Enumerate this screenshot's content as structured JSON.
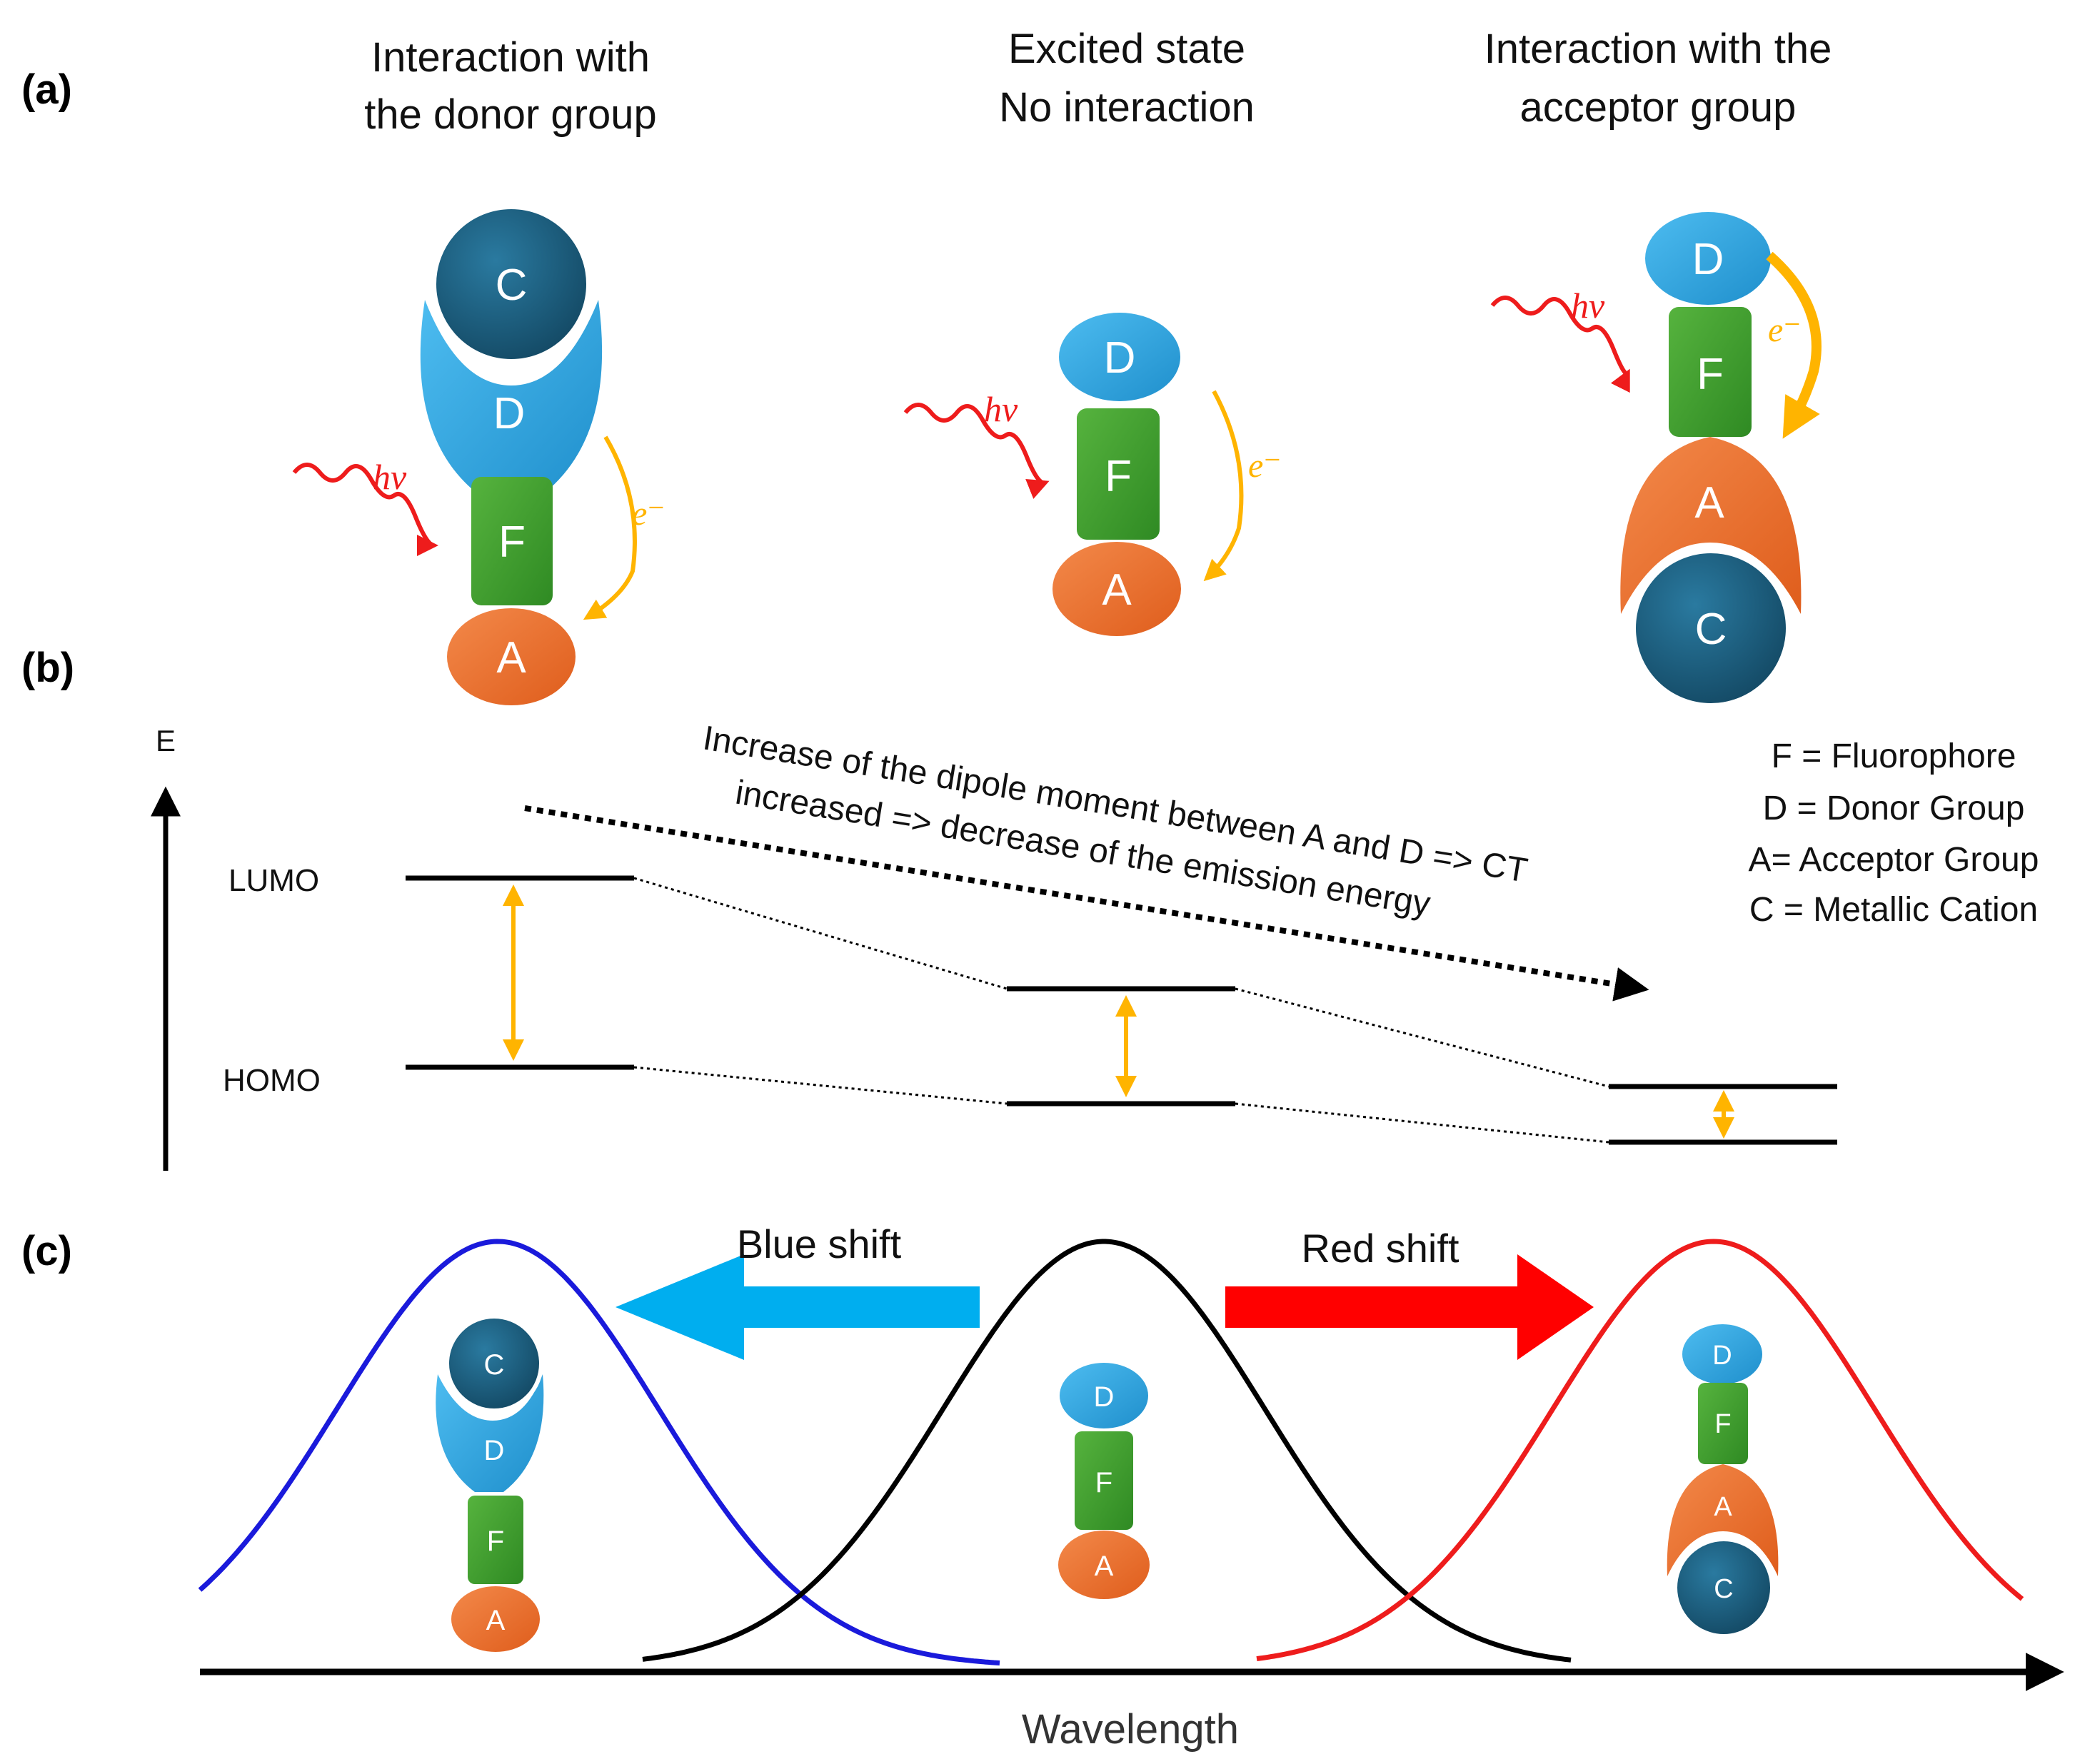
{
  "panel_a": {
    "label": "(a)",
    "donor": {
      "title_line1": "Interaction with",
      "title_line2": "the donor group"
    },
    "excited": {
      "title_line1": "Excited state",
      "title_line2": "No interaction"
    },
    "acceptor": {
      "title_line1": "Interaction with the",
      "title_line2": "acceptor group"
    },
    "photon": "hν",
    "electron": "e⁻"
  },
  "panel_b": {
    "label": "(b)",
    "axis_label": "E",
    "lumo": "LUMO",
    "homo": "HOMO",
    "trend_line1": "Increase of the dipole moment between A and D => CT",
    "trend_line2": "increased => decrease of the emission energy"
  },
  "legend": {
    "items": [
      "F = Fluorophore",
      "D = Donor Group",
      "A= Acceptor Group",
      "C = Metallic Cation"
    ]
  },
  "panel_c": {
    "label": "(c)",
    "blue_shift": "Blue shift",
    "red_shift": "Red shift",
    "x_axis_label": "Wavelength"
  },
  "units": {
    "C": "C",
    "D": "D",
    "F": "F",
    "A": "A"
  },
  "colors": {
    "cation": "#1b5b7c",
    "donor": "#2ba3de",
    "fluorophore": "#3d9b2e",
    "acceptor": "#e96c2a",
    "electron_arrow": "#ffb400",
    "photon": "#ee1c1c",
    "blue_curve": "#1a1adb",
    "red_curve": "#ee1c1c",
    "black_curve": "#000000",
    "blue_arrow": "#00aeef",
    "red_arrow": "#ff0000"
  }
}
